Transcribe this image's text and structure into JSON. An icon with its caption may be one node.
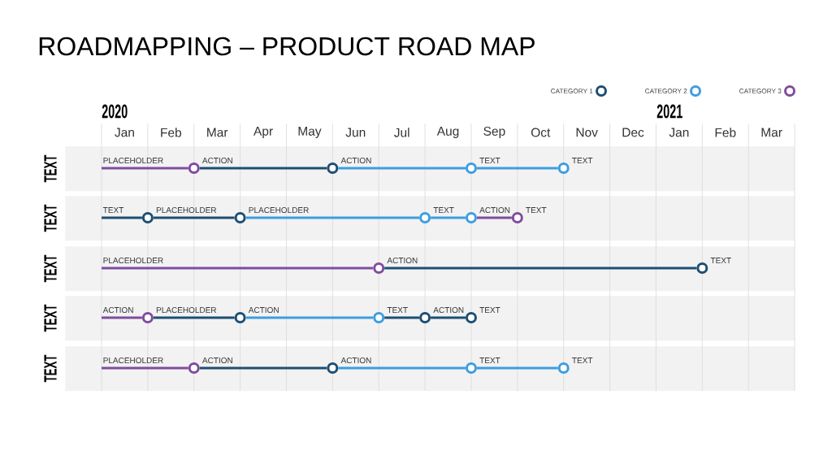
{
  "diagram": {
    "title": "ROADMAPPING – PRODUCT ROAD MAP",
    "nodes": [
      {
        "text": [
          "TEXT"
        ]
      },
      {
        "text": [],
        "shape": "circle",
        "in": 0
      },
      {
        "text": [],
        "shape": "circle",
        "in": 0
      },
      {
        "text": [],
        "shape": "circle",
        "in": 0
      },
      {
        "text": [],
        "shape": "circle",
        "in": 0,
        "beside": [
          "TEXT"
        ]
      },
      {
        "text": [
          "TEXT"
        ]
      },
      {
        "text": [],
        "shape": "circle",
        "in": 5
      },
      {
        "text": [],
        "shape": "circle",
        "in": 5
      },
      {
        "text": [],
        "shape": "circle",
        "in": 5
      },
      {
        "text": [],
        "shape": "circle",
        "in": 5
      },
      {
        "text": [],
        "shape": "circle",
        "in": 5,
        "beside": [
          "TEXT"
        ]
      },
      {
        "text": [
          "TEXT"
        ]
      },
      {
        "text": [],
        "shape": "circle",
        "in": 11
      },
      {
        "text": [],
        "shape": "circle",
        "in": 11,
        "beside": [
          "TEXT"
        ]
      },
      {
        "text": [
          "TEXT"
        ]
      },
      {
        "text": [],
        "shape": "circle",
        "in": 14
      },
      {
        "text": [],
        "shape": "circle",
        "in": 14
      },
      {
        "text": [],
        "shape": "circle",
        "in": 14
      },
      {
        "text": [],
        "shape": "circle",
        "in": 14
      },
      {
        "text": [],
        "shape": "circle",
        "in": 14,
        "beside": [
          "TEXT"
        ]
      },
      {
        "text": [
          "TEXT"
        ]
      },
      {
        "text": [],
        "shape": "circle",
        "in": 20
      },
      {
        "text": [],
        "shape": "circle",
        "in": 20
      },
      {
        "text": [],
        "shape": "circle",
        "in": 20
      },
      {
        "text": [],
        "shape": "circle",
        "in": 20,
        "beside": [
          "TEXT"
        ]
      }
    ],
    "edges": [
      {
        "from": null,
        "to": 1,
        "arrow": "none",
        "label": "PLACEHOLDER",
        "color": "#804c9e"
      },
      {
        "from": 1,
        "to": 2,
        "arrow": "none",
        "label": "ACTION",
        "color": "#1d4e73"
      },
      {
        "from": 2,
        "to": 3,
        "arrow": "none",
        "label": "ACTION",
        "color": "#3d9de0"
      },
      {
        "from": 3,
        "to": 4,
        "arrow": "none",
        "label": "TEXT",
        "color": "#3d9de0"
      },
      {
        "from": null,
        "to": 6,
        "arrow": "none",
        "label": "TEXT",
        "color": "#1d4e73"
      },
      {
        "from": 6,
        "to": 7,
        "arrow": "none",
        "label": "PLACEHOLDER",
        "color": "#1d4e73"
      },
      {
        "from": 7,
        "to": 8,
        "arrow": "none",
        "label": "PLACEHOLDER",
        "color": "#3d9de0"
      },
      {
        "from": 8,
        "to": 9,
        "arrow": "none",
        "label": "TEXT",
        "color": "#3d9de0"
      },
      {
        "from": 9,
        "to": 10,
        "arrow": "none",
        "label": "ACTION",
        "color": "#804c9e"
      },
      {
        "from": null,
        "to": 12,
        "arrow": "none",
        "label": "PLACEHOLDER",
        "color": "#804c9e"
      },
      {
        "from": 12,
        "to": 13,
        "arrow": "none",
        "label": "ACTION",
        "color": "#1d4e73"
      },
      {
        "from": null,
        "to": 15,
        "arrow": "none",
        "label": "ACTION",
        "color": "#804c9e"
      },
      {
        "from": 15,
        "to": 16,
        "arrow": "none",
        "label": "PLACEHOLDER",
        "color": "#1d4e73"
      },
      {
        "from": 16,
        "to": 17,
        "arrow": "none",
        "label": "ACTION",
        "color": "#3d9de0"
      },
      {
        "from": 17,
        "to": 18,
        "arrow": "none",
        "label": "TEXT",
        "color": "#1d4e73"
      },
      {
        "from": 18,
        "to": 19,
        "arrow": "none",
        "label": "ACTION",
        "color": "#1d4e73"
      },
      {
        "from": null,
        "to": 21,
        "arrow": "none",
        "label": "PLACEHOLDER",
        "color": "#804c9e"
      },
      {
        "from": 21,
        "to": 22,
        "arrow": "none",
        "label": "ACTION",
        "color": "#1d4e73"
      },
      {
        "from": 22,
        "to": 23,
        "arrow": "none",
        "label": "ACTION",
        "color": "#3d9de0"
      },
      {
        "from": 23,
        "to": 24,
        "arrow": "none",
        "label": "TEXT",
        "color": "#3d9de0"
      }
    ],
    "labels": [
      "2020",
      "2021",
      "Jan",
      "Feb",
      "Mar",
      "Apr",
      "May",
      "Jun",
      "Jul",
      "Aug",
      "Sep",
      "Oct",
      "Nov",
      "Dec",
      "Jan",
      "Feb",
      "Mar"
    ],
    "legend": [
      {
        "text": "CATEGORY 1",
        "color": "#1d4e73"
      },
      {
        "text": "CATEGORY 2",
        "color": "#3d9de0"
      },
      {
        "text": "CATEGORY 3",
        "color": "#804c9e"
      }
    ]
  }
}
